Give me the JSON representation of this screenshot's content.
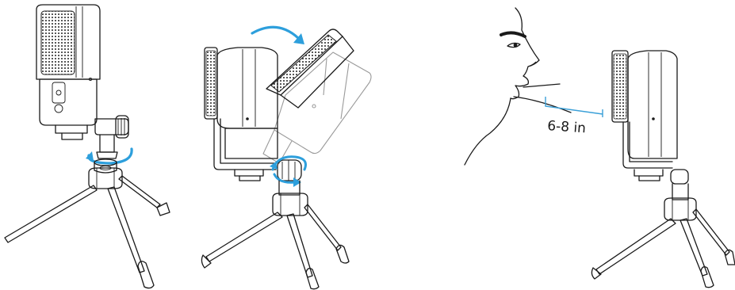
{
  "diagram": {
    "panels": [
      {
        "id": "attach-stand",
        "arrow": "rotate-clockwise"
      },
      {
        "id": "adjust-angle",
        "arrow": "tilt-over"
      },
      {
        "id": "speaking-distance",
        "distance_label": "6-8 in"
      }
    ],
    "colors": {
      "line_art": "#1a1a1a",
      "ghost_outline": "#9a9a9a",
      "arrow_accent": "#2d9fdc",
      "dimension_line": "#3aa0d8"
    }
  }
}
